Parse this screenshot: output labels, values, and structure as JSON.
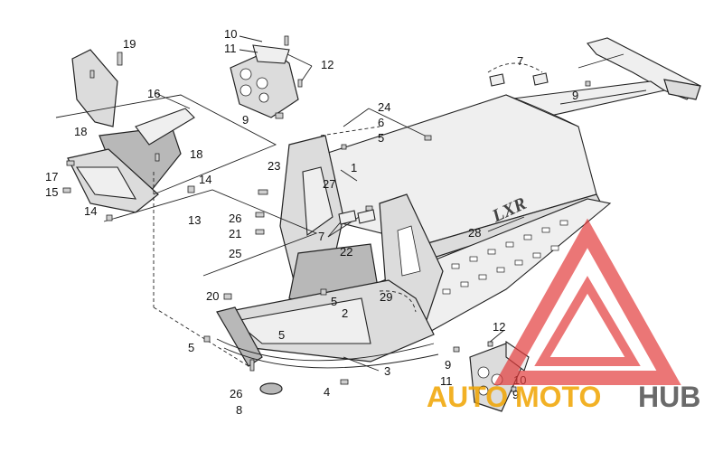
{
  "callouts": {
    "c1": "1",
    "c2": "2",
    "c3": "3",
    "c4": "4",
    "c5a": "5",
    "c5b": "5",
    "c5c": "5",
    "c5d": "5",
    "c6": "6",
    "c7a": "7",
    "c7b": "7",
    "c8": "8",
    "c9a": "9",
    "c9b": "9",
    "c9c": "9",
    "c9d": "9",
    "c10a": "10",
    "c10b": "10",
    "c11a": "11",
    "c11b": "11",
    "c12a": "12",
    "c12b": "12",
    "c13": "13",
    "c14a": "14",
    "c14b": "14",
    "c15": "15",
    "c16": "16",
    "c17": "17",
    "c18a": "18",
    "c18b": "18",
    "c19": "19",
    "c20": "20",
    "c21": "21",
    "c22": "22",
    "c23": "23",
    "c24": "24",
    "c25": "25",
    "c26a": "26",
    "c26b": "26",
    "c27": "27",
    "c28": "28",
    "c29": "29"
  },
  "decal": "LXR",
  "watermark": {
    "part1": "AUTO",
    "part2": "MOTO",
    "part3": "HUB"
  }
}
